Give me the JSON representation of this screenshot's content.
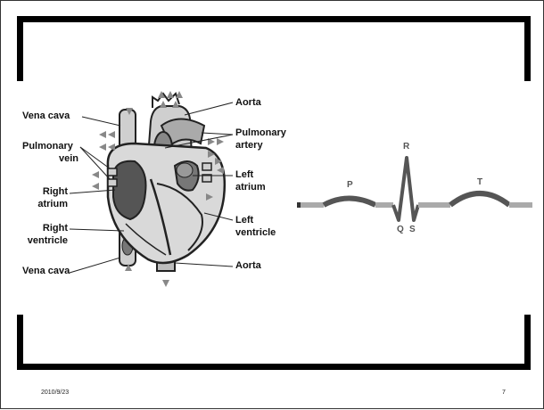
{
  "slide": {
    "date": "2010/9/23",
    "page_number": "7"
  },
  "heart_labels": {
    "vena_cava_top": "Vena cava",
    "pulmonary_vein_1": "Pulmonary",
    "pulmonary_vein_2": "vein",
    "right_atrium_1": "Right",
    "right_atrium_2": "atrium",
    "right_ventricle_1": "Right",
    "right_ventricle_2": "ventricle",
    "vena_cava_bottom": "Vena cava",
    "aorta_top": "Aorta",
    "pulmonary_artery_1": "Pulmonary",
    "pulmonary_artery_2": "artery",
    "left_atrium_1": "Left",
    "left_atrium_2": "atrium",
    "left_ventricle_1": "Left",
    "left_ventricle_2": "ventricle",
    "aorta_bottom": "Aorta"
  },
  "ecg_labels": {
    "p": "P",
    "r": "R",
    "q": "Q",
    "s": "S",
    "t": "T"
  },
  "colors": {
    "frame": "#000000",
    "heart_fill": "#d9d9d9",
    "heart_dark": "#555555",
    "ecg_wave": "#555555",
    "ecg_baseline": "#aaaaaa"
  }
}
